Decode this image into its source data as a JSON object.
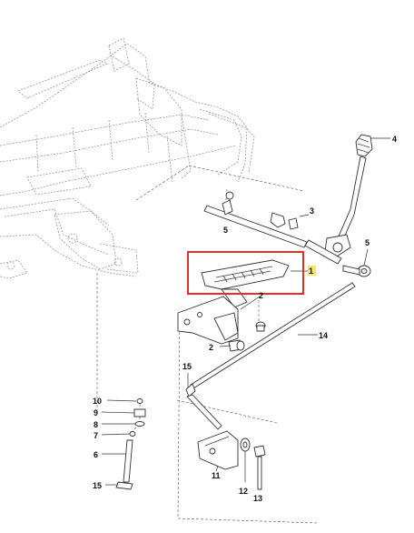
{
  "diagram": {
    "callouts": [
      {
        "id": "callout-1",
        "text": "1",
        "highlighted": true
      },
      {
        "id": "callout-2a",
        "text": "2"
      },
      {
        "id": "callout-2b",
        "text": "2"
      },
      {
        "id": "callout-3",
        "text": "3"
      },
      {
        "id": "callout-4",
        "text": "4"
      },
      {
        "id": "callout-5a",
        "text": "5"
      },
      {
        "id": "callout-5b",
        "text": "5"
      },
      {
        "id": "callout-6",
        "text": "6"
      },
      {
        "id": "callout-7",
        "text": "7"
      },
      {
        "id": "callout-8",
        "text": "8"
      },
      {
        "id": "callout-9",
        "text": "9"
      },
      {
        "id": "callout-10",
        "text": "10"
      },
      {
        "id": "callout-11",
        "text": "11"
      },
      {
        "id": "callout-12",
        "text": "12"
      },
      {
        "id": "callout-13",
        "text": "13"
      },
      {
        "id": "callout-14",
        "text": "14"
      },
      {
        "id": "callout-15a",
        "text": "15"
      },
      {
        "id": "callout-15b",
        "text": "15"
      }
    ],
    "colors": {
      "highlight_box": "#e0302a",
      "highlight_label": "#f5e663",
      "line": "#333333",
      "frame": "#9a9a9a"
    }
  }
}
